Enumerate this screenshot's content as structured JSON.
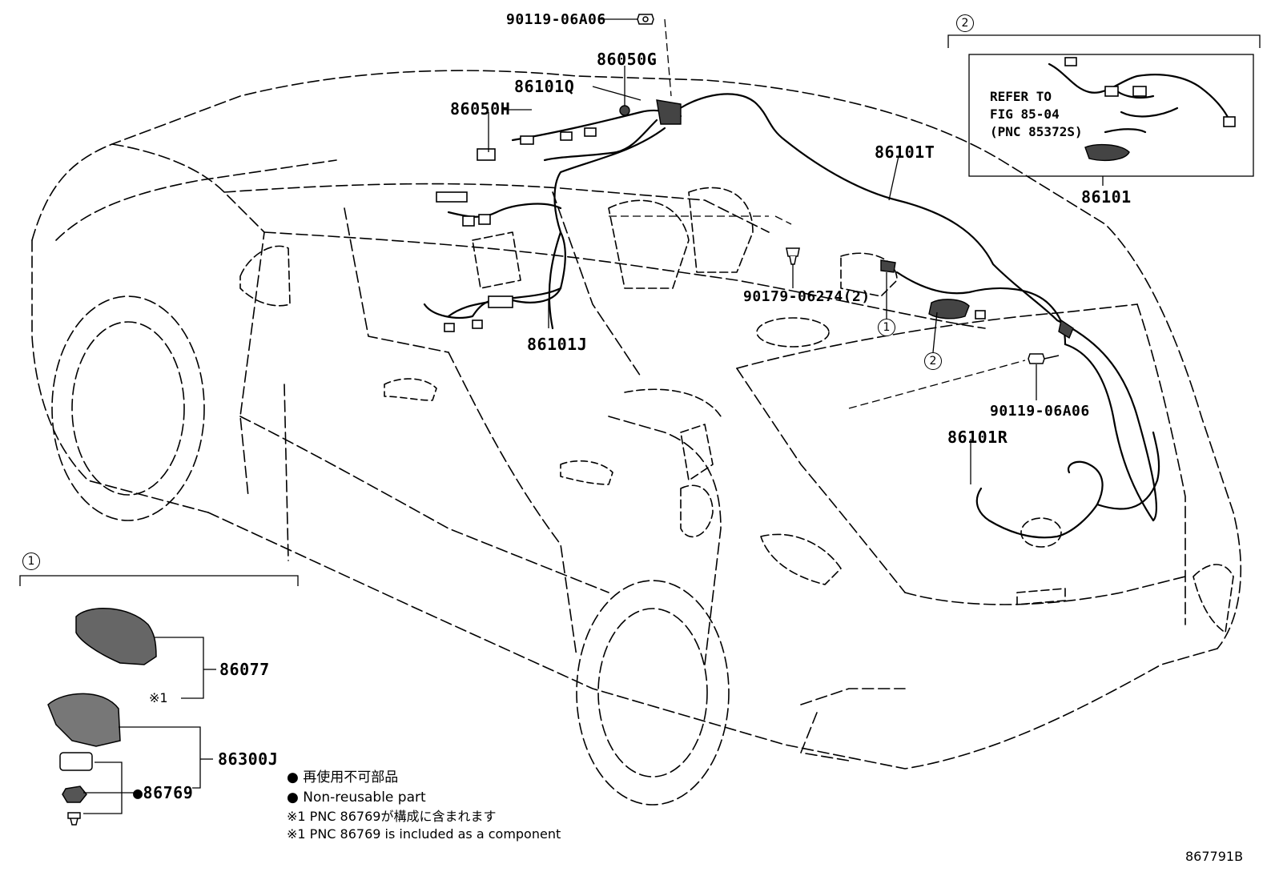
{
  "parts": {
    "p_90119_top": "90119-06A06",
    "p_86050G": "86050G",
    "p_86101Q": "86101Q",
    "p_86050H": "86050H",
    "p_86101T": "86101T",
    "p_86101": "86101",
    "p_90179": "90179-06274(2)",
    "p_86101J": "86101J",
    "p_90119_right": "90119-06A06",
    "p_86101R": "86101R",
    "p_86077": "86077",
    "p_86300J": "86300J",
    "p_86769": "86769"
  },
  "refer_box": {
    "line1": "REFER TO",
    "line2": "FIG 85-04",
    "line3": "(PNC 85372S)"
  },
  "callouts": {
    "one": "1",
    "two": "2"
  },
  "legend": {
    "jp_nonreusable": "再使用不可部品",
    "en_nonreusable": "Non-reusable part",
    "jp_note": "※1 PNC 86769が構成に含まれます",
    "en_note": "※1 PNC 86769 is included as a component",
    "note_mark": "※1"
  },
  "figure_id": "867791B",
  "colors": {
    "ink": "#000000",
    "part_fill": "#555555",
    "background": "#ffffff"
  }
}
